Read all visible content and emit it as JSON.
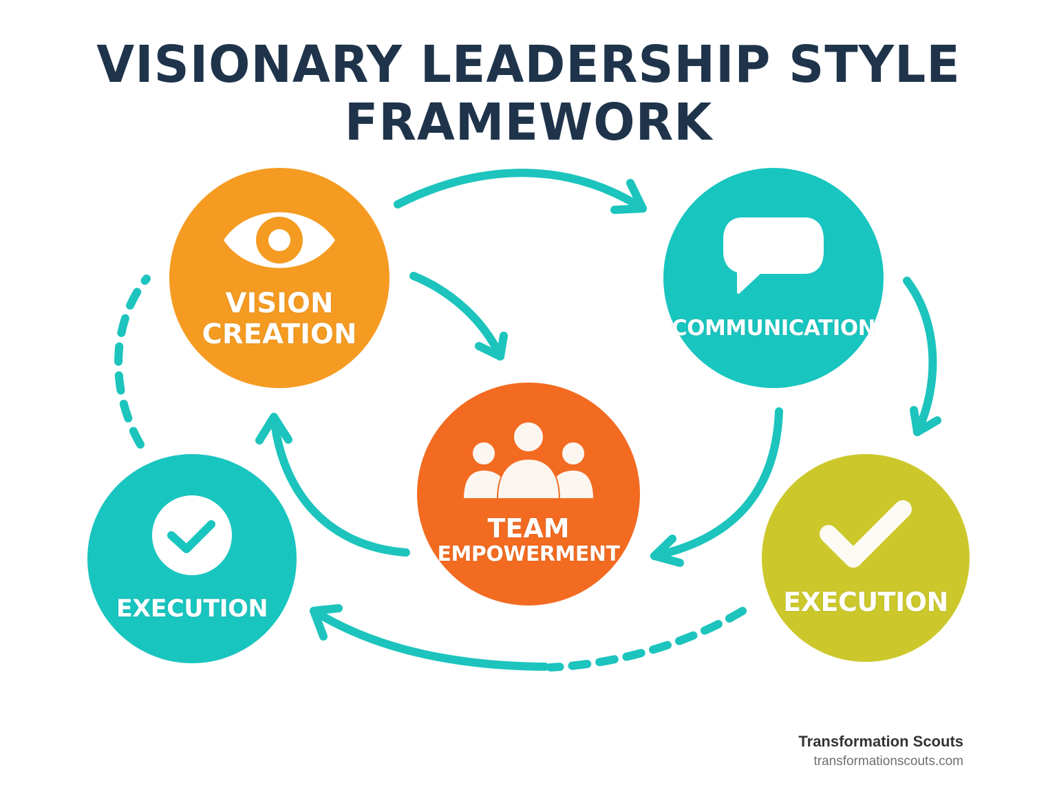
{
  "title": {
    "line1": "VISIONARY LEADERSHIP STYLE",
    "line2": "FRAMEWORK",
    "color": "#1f344b"
  },
  "nodes": [
    {
      "id": "vision-creation",
      "label_lines": [
        "VISION",
        "CREATION"
      ],
      "icon": "eye-icon",
      "color": "#f59b21"
    },
    {
      "id": "communication",
      "label_lines": [
        "COMMUNICATION"
      ],
      "icon": "speech-bubble-icon",
      "color": "#19c5bf"
    },
    {
      "id": "team-empowerment",
      "label_lines": [
        "TEAM",
        "EMPOWERMENT"
      ],
      "icon": "team-group-icon",
      "color": "#f26b21"
    },
    {
      "id": "execution-left",
      "label_lines": [
        "EXECUTION"
      ],
      "icon": "check-circle-icon",
      "color": "#19c5bf"
    },
    {
      "id": "execution-right",
      "label_lines": [
        "EXECUTION"
      ],
      "icon": "checkmark-icon",
      "color": "#ccc82b"
    }
  ],
  "connectors": [
    {
      "from": "vision-creation",
      "to": "communication",
      "style": "solid"
    },
    {
      "from": "vision-creation",
      "to": "team-empowerment",
      "style": "solid"
    },
    {
      "from": "communication",
      "to": "execution-right",
      "style": "solid"
    },
    {
      "from": "communication",
      "to": "team-empowerment",
      "style": "solid"
    },
    {
      "from": "team-empowerment",
      "to": "vision-creation",
      "style": "solid"
    },
    {
      "from": "execution-right",
      "to": "execution-left",
      "style": "dashed-then-solid"
    },
    {
      "from": "execution-left",
      "to": "vision-creation",
      "style": "dashed"
    }
  ],
  "connector_color": "#1cc4bd",
  "brand": {
    "name": "Transformation Scouts",
    "url": "transformationscouts.com"
  }
}
